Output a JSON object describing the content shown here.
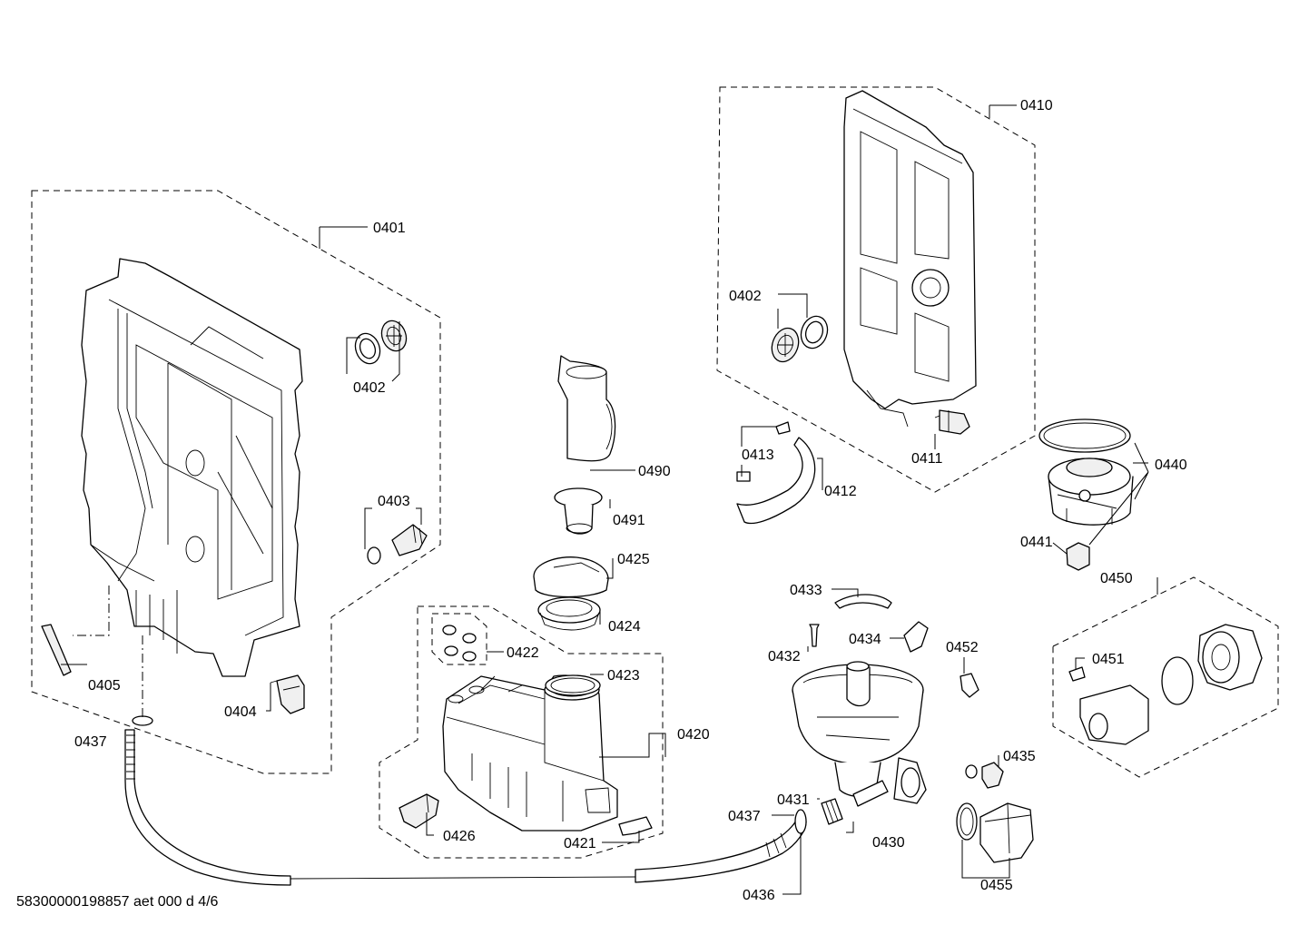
{
  "diagram": {
    "footer": "58300000198857 aet 000 d 4/6",
    "labels": {
      "p0401": "0401",
      "p0402a": "0402",
      "p0402b": "0402",
      "p0403": "0403",
      "p0404": "0404",
      "p0405": "0405",
      "p0410": "0410",
      "p0411": "0411",
      "p0412": "0412",
      "p0413": "0413",
      "p0420": "0420",
      "p0421": "0421",
      "p0422": "0422",
      "p0423": "0423",
      "p0424": "0424",
      "p0425": "0425",
      "p0426": "0426",
      "p0430": "0430",
      "p0431": "0431",
      "p0432": "0432",
      "p0433": "0433",
      "p0434": "0434",
      "p0435": "0435",
      "p0436": "0436",
      "p0437a": "0437",
      "p0437b": "0437",
      "p0440": "0440",
      "p0441": "0441",
      "p0450": "0450",
      "p0451": "0451",
      "p0452": "0452",
      "p0455": "0455",
      "p0490": "0490",
      "p0491": "0491"
    }
  }
}
